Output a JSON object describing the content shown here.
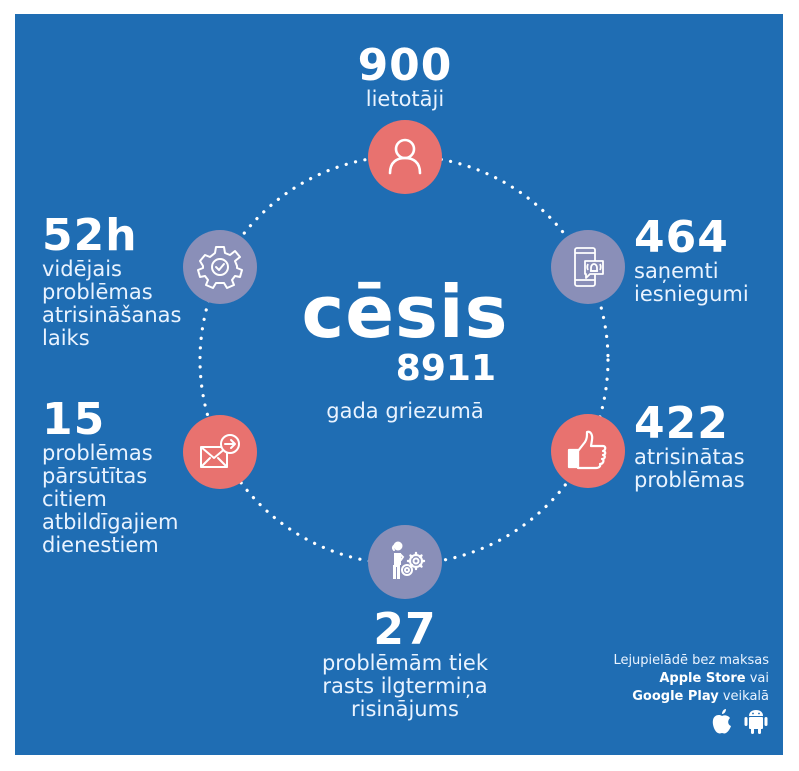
{
  "center": {
    "title": "cēsis",
    "code": "8911",
    "subtitle": "gada griezumā"
  },
  "stats": [
    {
      "id": "users",
      "value": "900",
      "label_lines": [
        "lietotāji"
      ],
      "icon": "user-icon",
      "color": "#e8726f"
    },
    {
      "id": "received",
      "value": "464",
      "label_lines": [
        "saņemti",
        "iesniegumi"
      ],
      "icon": "phone-notification-icon",
      "color": "#8a8fb8"
    },
    {
      "id": "resolved",
      "value": "422",
      "label_lines": [
        "atrisinātas",
        "problēmas"
      ],
      "icon": "thumbs-up-icon",
      "color": "#e8726f"
    },
    {
      "id": "long-term",
      "value": "27",
      "label_lines": [
        "problēmām tiek",
        "rasts ilgtermiņa",
        "risinājums"
      ],
      "icon": "person-gears-icon",
      "color": "#8a8fb8"
    },
    {
      "id": "forwarded",
      "value": "15",
      "label_lines": [
        "problēmas",
        "pārsūtītas",
        "citiem",
        "atbildīgajiem",
        "dienestiem"
      ],
      "icon": "mail-forward-icon",
      "color": "#e8726f"
    },
    {
      "id": "avg-time",
      "value": "52h",
      "label_lines": [
        "vidējais",
        "problēmas",
        "atrisināšanas",
        "laiks"
      ],
      "icon": "gear-check-icon",
      "color": "#8a8fb8"
    }
  ],
  "download": {
    "line1": "Lejupielādē bez maksas",
    "line2_bold": "Apple Store",
    "line2_rest": " vai",
    "line3_bold": "Google Play",
    "line3_rest": " veikalā",
    "icons": [
      "apple-icon",
      "android-icon"
    ]
  },
  "colors": {
    "background": "#1f6db3",
    "coral": "#e8726f",
    "slate": "#8a8fb8",
    "text": "#ffffff"
  }
}
